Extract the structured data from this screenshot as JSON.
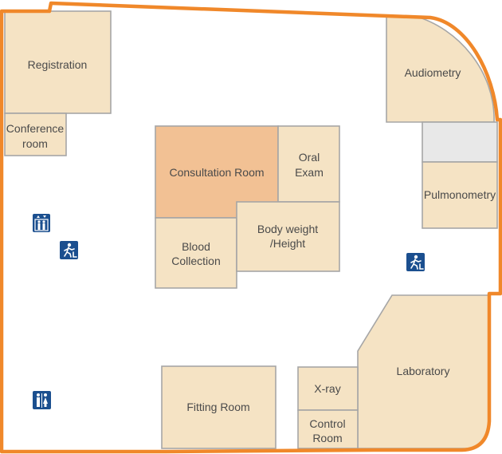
{
  "map": {
    "rooms": {
      "registration": "Registration",
      "conference_line1": "Conference",
      "conference_line2": "room",
      "audiometry": "Audiometry",
      "pulmonometry": "Pulmonometry",
      "consultation": "Consultation Room",
      "oral_line1": "Oral",
      "oral_line2": "Exam",
      "blood_line1": "Blood",
      "blood_line2": "Collection",
      "bodyweight_line1": "Body weight",
      "bodyweight_line2": "/Height",
      "laboratory": "Laboratory",
      "xray": "X-ray",
      "control_line1": "Control",
      "control_line2": "Room",
      "fitting": "Fitting Room"
    },
    "icons": [
      "elevator-icon",
      "emergency-exit-icon",
      "emergency-exit-icon",
      "restroom-icon"
    ],
    "colors": {
      "wall": "#f0882a",
      "room": "#f5e3c4",
      "highlighted_room": "#f2c194",
      "unlabeled_room": "#e8e8e8",
      "icon": "#1b4f8f"
    }
  }
}
